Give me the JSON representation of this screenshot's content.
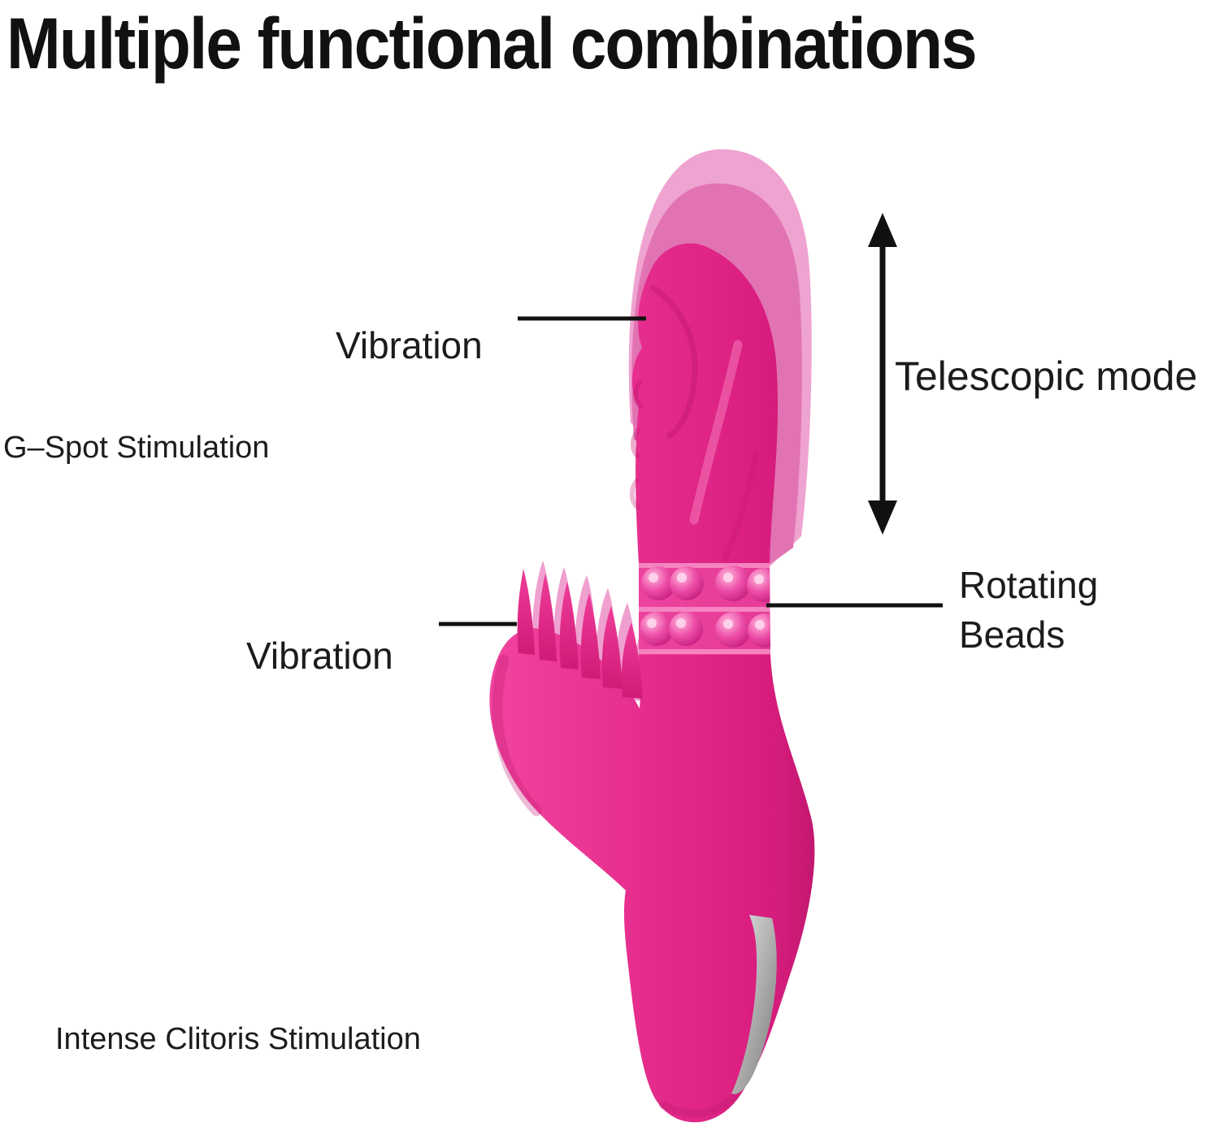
{
  "title": "Multiple functional combinations",
  "labels": {
    "vibration_top": "Vibration",
    "g_spot": "G–Spot Stimulation",
    "telescopic_mode": "Telescopic mode",
    "rotating_beads": {
      "line1": "Rotating",
      "line2": "Beads"
    },
    "vibration_bottom": "Vibration",
    "intense_clitoris": "Intense Clitoris Stimulation"
  },
  "colors": {
    "background": "#ffffff",
    "text": "#1c1c1c",
    "annotation_line": "#111111",
    "body_pink": "#e62e8e",
    "body_pink_dark": "#c3186f",
    "body_pink_highlight": "#f873bb",
    "ghost_pink_light": "#efa3d0",
    "ghost_pink_mid": "#e273b2",
    "bead_pink": "#ee4fa8",
    "bead_highlight": "#ffd9ee",
    "silver": "#a8a8a8"
  },
  "figure": {
    "parts": [
      "telescopic-motion-ghost",
      "vibrating-shaft-tip",
      "g-spot-ridged-shaft",
      "rotating-bead-band",
      "spiked-clitoral-arm",
      "silver-base-accent"
    ]
  }
}
